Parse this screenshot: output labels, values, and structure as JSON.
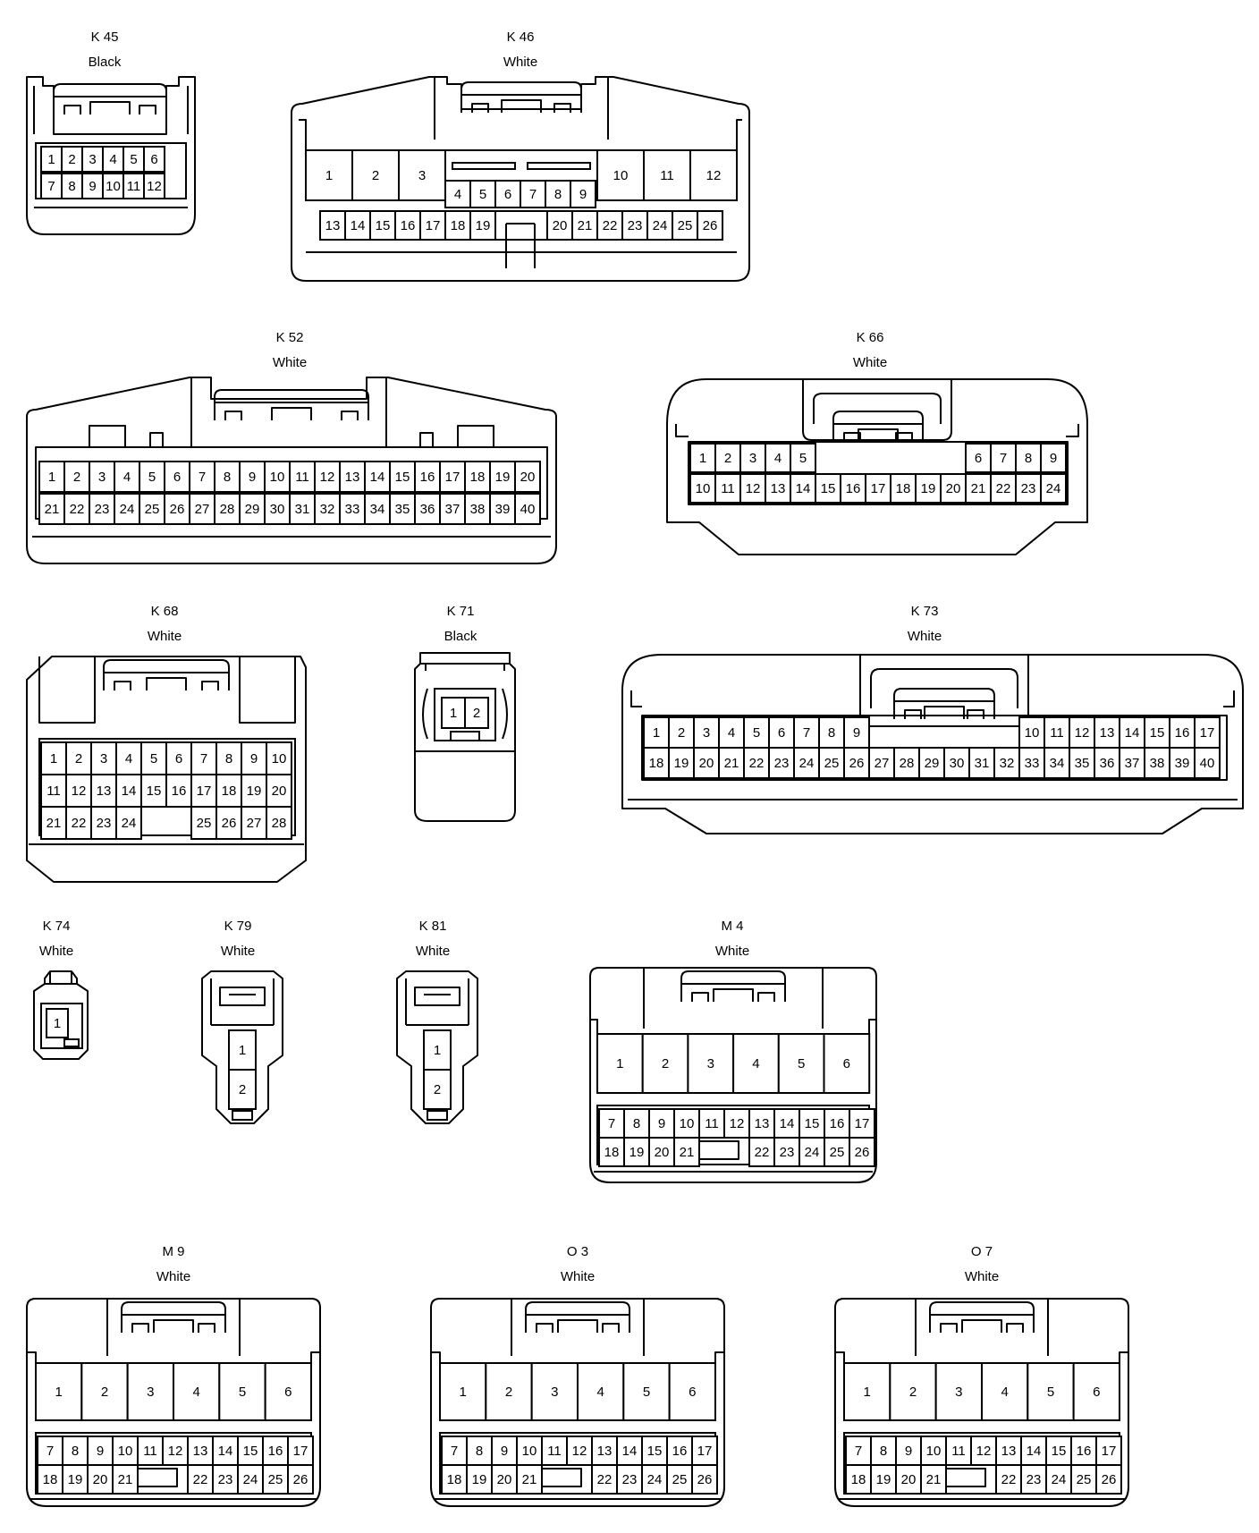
{
  "colors": {
    "stroke": "#000000",
    "background": "#ffffff"
  },
  "connectors": [
    {
      "id": "K45",
      "name": "K 45",
      "color": "Black"
    },
    {
      "id": "K46",
      "name": "K 46",
      "color": "White"
    },
    {
      "id": "K52",
      "name": "K 52",
      "color": "White"
    },
    {
      "id": "K66",
      "name": "K 66",
      "color": "White"
    },
    {
      "id": "K68",
      "name": "K 68",
      "color": "White"
    },
    {
      "id": "K71",
      "name": "K 71",
      "color": "Black"
    },
    {
      "id": "K73",
      "name": "K 73",
      "color": "White"
    },
    {
      "id": "K74",
      "name": "K 74",
      "color": "White"
    },
    {
      "id": "K79",
      "name": "K 79",
      "color": "White"
    },
    {
      "id": "K81",
      "name": "K 81",
      "color": "White"
    },
    {
      "id": "M4",
      "name": "M 4",
      "color": "White"
    },
    {
      "id": "M9",
      "name": "M 9",
      "color": "White"
    },
    {
      "id": "O3",
      "name": "O 3",
      "color": "White"
    },
    {
      "id": "O7",
      "name": "O 7",
      "color": "White"
    }
  ]
}
